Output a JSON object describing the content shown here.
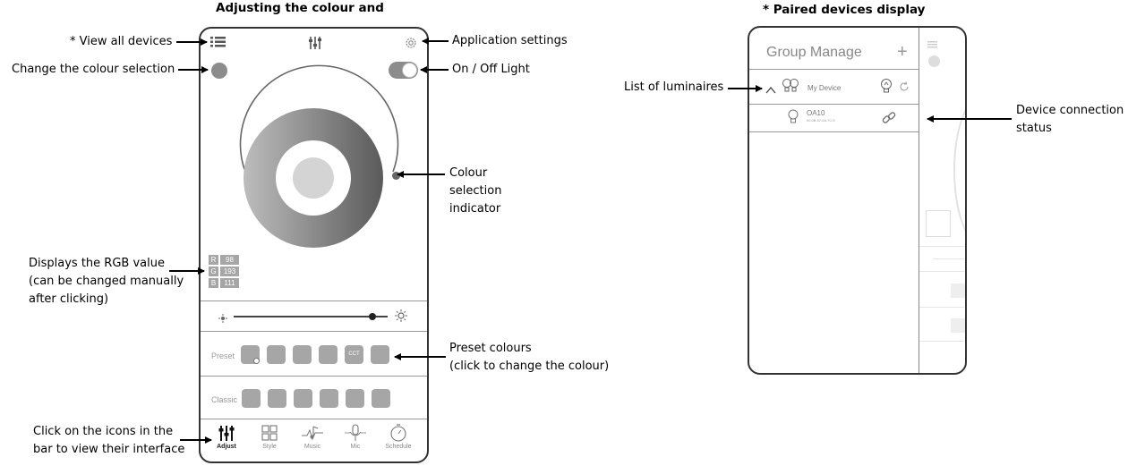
{
  "titles": {
    "left": "Adjusting the colour and",
    "right": "* Paired devices display"
  },
  "annotations": {
    "view_all_devices": "* View all devices",
    "change_colour_selection": "Change the colour selection",
    "app_settings": "Application settings",
    "on_off_light": "On / Off Light",
    "colour_indicator": [
      "Colour",
      "selection",
      "indicator"
    ],
    "rgb_display": [
      "Displays the RGB value",
      "(can be changed manually",
      "after clicking)"
    ],
    "preset_colours": [
      "Preset colours",
      "(click to change the colour)"
    ],
    "icons_bar": [
      "Click on the icons in the",
      "bar to view their interface"
    ],
    "list_luminaires": "List of luminaires",
    "device_connection": [
      "Device connection",
      "status"
    ]
  },
  "phone_main": {
    "rgb": [
      {
        "label": "R",
        "value": "98"
      },
      {
        "label": "G",
        "value": "193"
      },
      {
        "label": "B",
        "value": "111"
      }
    ],
    "brightness_level": 0.9,
    "preset_label": "Preset",
    "preset_cct_label": "CCT",
    "classic_label": "Classic",
    "tabs": [
      {
        "label": "Adjust",
        "icon": "sliders-icon"
      },
      {
        "label": "Style",
        "icon": "grid-icon"
      },
      {
        "label": "Music",
        "icon": "music-icon"
      },
      {
        "label": "Mic",
        "icon": "microphone-icon"
      },
      {
        "label": "Schedule",
        "icon": "timer-icon"
      }
    ]
  },
  "phone_group": {
    "header": "Group Manage",
    "add_symbol": "+",
    "group_name": "My Device",
    "device_name": "OA10",
    "device_mac": "00:0B:57:0A:7C:5"
  }
}
